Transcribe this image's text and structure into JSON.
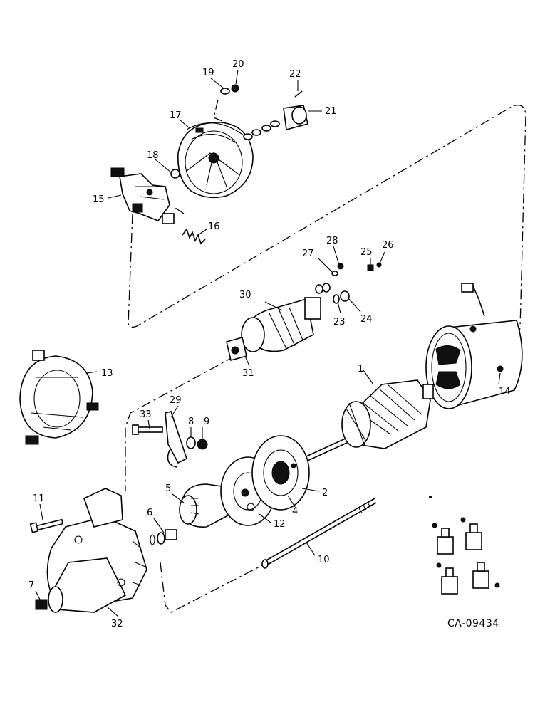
{
  "diagram": {
    "drawing_code": "CA-09434",
    "callouts": {
      "c1": "1",
      "c2": "2",
      "c4": "4",
      "c5": "5",
      "c6": "6",
      "c7": "7",
      "c8": "8",
      "c9": "9",
      "c10": "10",
      "c11": "11",
      "c12": "12",
      "c13": "13",
      "c14": "14",
      "c15": "15",
      "c16": "16",
      "c17": "17",
      "c18": "18",
      "c19": "19",
      "c20": "20",
      "c21": "21",
      "c22": "22",
      "c23": "23",
      "c24": "24",
      "c25": "25",
      "c26": "26",
      "c27": "27",
      "c28": "28",
      "c29": "29",
      "c30": "30",
      "c31": "31",
      "c32": "32",
      "c33": "33"
    }
  }
}
